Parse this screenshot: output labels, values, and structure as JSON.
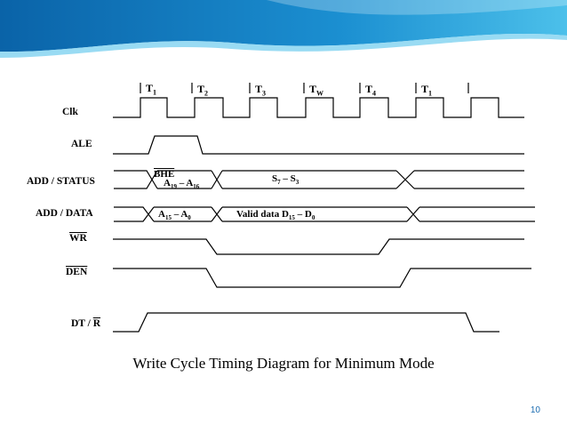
{
  "diagram": {
    "time_labels": [
      "T1",
      "T2",
      "T3",
      "TW",
      "T4",
      "T1"
    ],
    "signals": {
      "clk": "Clk",
      "ale": "ALE",
      "add_status": "ADD / STATUS",
      "add_data": "ADD / DATA",
      "wr": "WR",
      "den": "DEN",
      "dt_r": "DT / R"
    },
    "bus_labels": {
      "bhe": "BHE",
      "addr_high": "A19 – A16",
      "status": "S7 – S3",
      "addr_low": "A15 – A0",
      "data": "Valid data D15 – D0"
    },
    "caption": "Write Cycle Timing Diagram for Minimum Mode"
  },
  "slide": {
    "page_number": "10"
  },
  "colors": {
    "banner_dark": "#0b6fb5",
    "banner_light": "#5fc2e8",
    "page_number": "#1a6bb0"
  }
}
